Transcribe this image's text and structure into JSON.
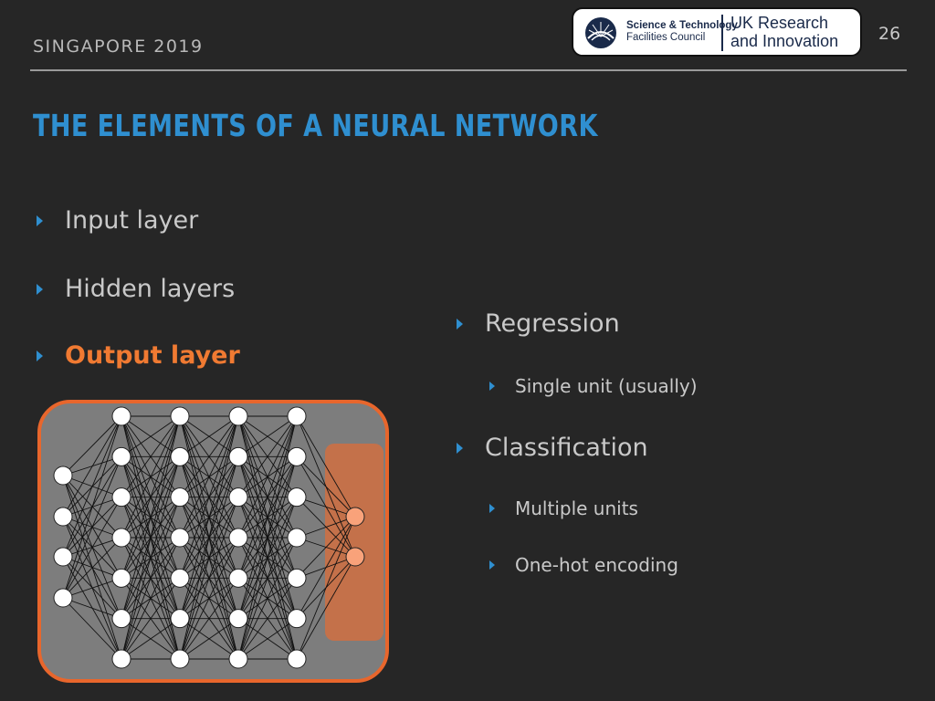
{
  "header": {
    "event": "SINGAPORE 2019",
    "page_number": "26",
    "logo_stfc_line1": "Science & Technology",
    "logo_stfc_line2": "Facilities Council",
    "logo_ukri_line1": "UK Research",
    "logo_ukri_line2": "and Innovation"
  },
  "title": "THE ELEMENTS OF A NEURAL NETWORK",
  "left_bullets": [
    {
      "text": "Input layer",
      "highlight": false
    },
    {
      "text": "Hidden layers",
      "highlight": false
    },
    {
      "text": "Output layer",
      "highlight": true
    }
  ],
  "right_bullets": [
    {
      "text": "Regression",
      "sub": [
        "Single unit (usually)"
      ]
    },
    {
      "text": "Classification",
      "sub": [
        "Multiple units",
        "One-hot encoding"
      ]
    }
  ],
  "network": {
    "layers": [
      4,
      7,
      7,
      7,
      7,
      2
    ],
    "highlight_layer": "output",
    "colors": {
      "panel": "#7d7d7d",
      "panel_border": "#e8662c",
      "output_box": "#c4714a",
      "output_node": "#f9a27a",
      "node": "#ffffff"
    }
  },
  "colors": {
    "background": "#262626",
    "title": "#2f8fd0",
    "highlight": "#f07a32",
    "text": "#c9c9c9"
  }
}
